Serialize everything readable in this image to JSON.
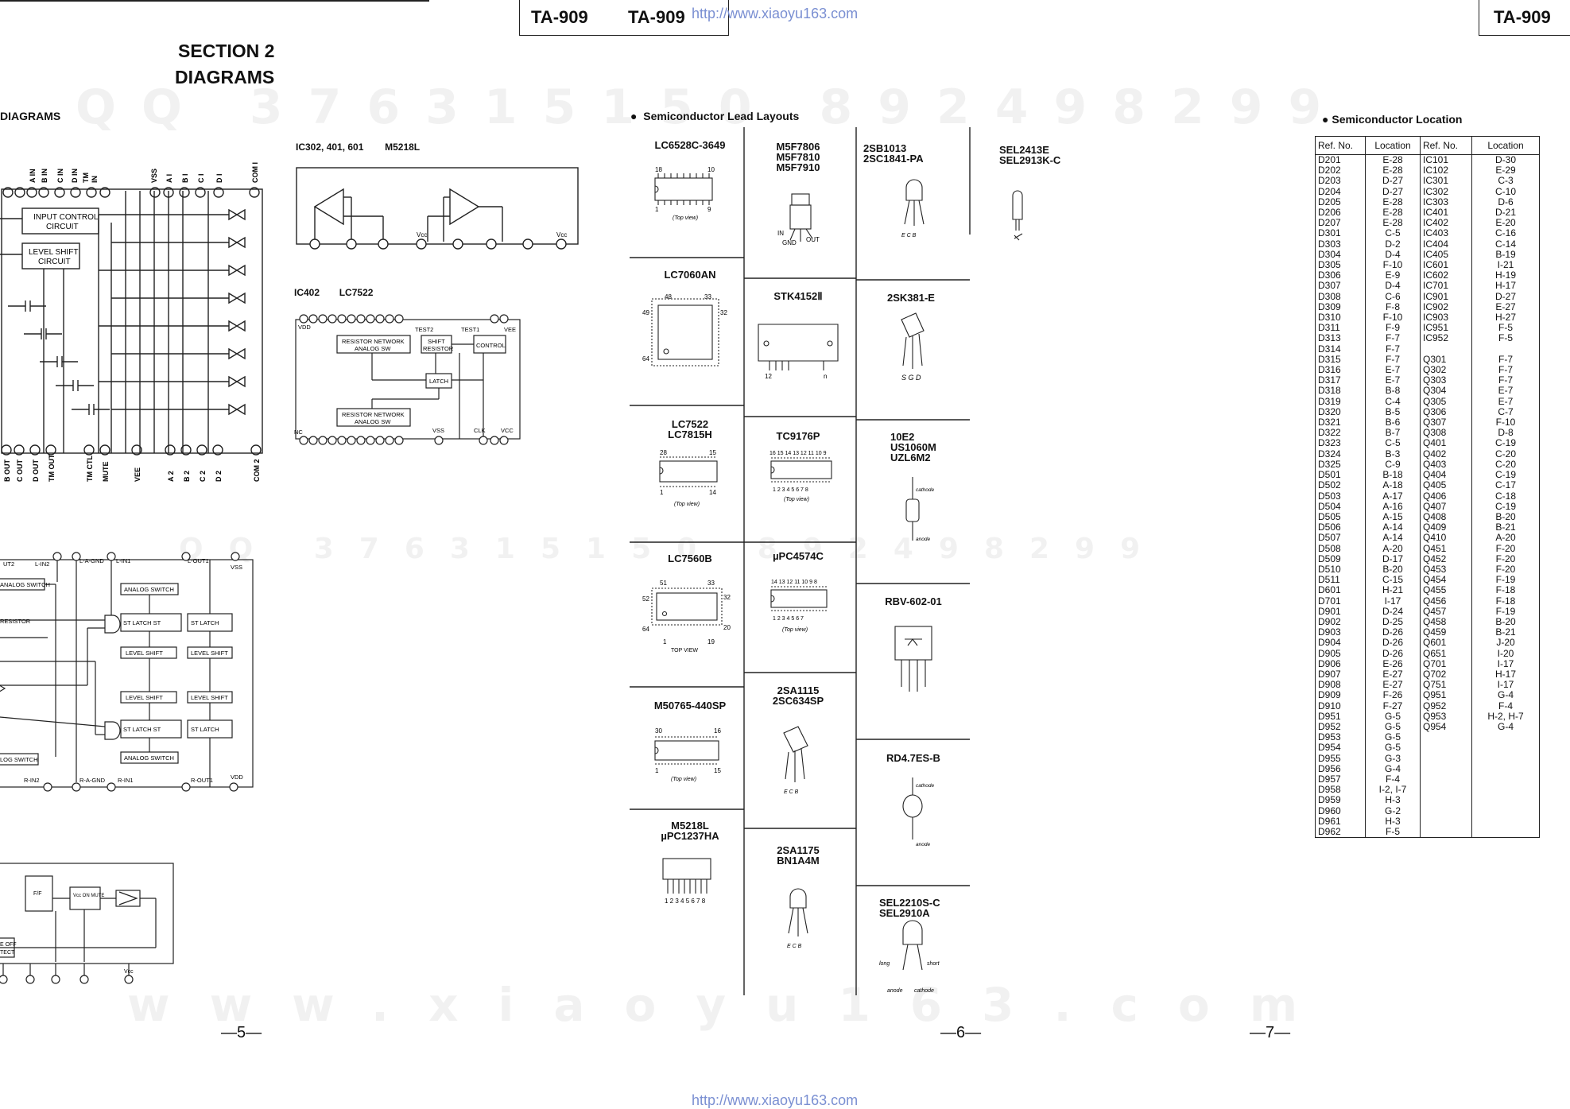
{
  "header": {
    "model_left": "TA-909",
    "model_center": "TA-909",
    "model_right": "TA-909",
    "url_top": "http://www.xiaoyu163.com",
    "url_bottom": "http://www.xiaoyu163.com"
  },
  "section": {
    "line1": "SECTION 2",
    "line2": "DIAGRAMS",
    "sub": "DIAGRAMS"
  },
  "watermarks": {
    "row1": "QQ 376315150   892498299",
    "row2": "QQ 376315150 892498299",
    "row3": "www.xiaoyu163.com"
  },
  "left_page": {
    "block_labels": [
      "INPUT CONTROL",
      "CIRCUIT",
      "LEVEL SHIFT",
      "CIRCUIT"
    ],
    "top_pins": [
      "A IN",
      "B IN",
      "C IN",
      "D IN",
      "TM",
      "IN",
      "VSS",
      "A I",
      "B I",
      "C I",
      "D I",
      "COM I"
    ],
    "bottom_pins": [
      "B OUT",
      "C OUT",
      "D OUT",
      "TM OUT",
      "TM CTL",
      "MUTE",
      "VEE",
      "A 2",
      "B 2",
      "C 2",
      "D 2",
      "COM 2"
    ],
    "ic302": {
      "title": "IC302, 401, 601",
      "part": "M5218L",
      "vcc1": "Vcc",
      "vcc2": "Vcc"
    },
    "ic402": {
      "title": "IC402",
      "part": "LC7522",
      "rn_top": [
        "RESISTOR NETWORK",
        "ANALOG SW"
      ],
      "shift": [
        "SHIFT",
        "RESISTOR"
      ],
      "control": "CONTROL",
      "latch": "LATCH",
      "rn_bot": [
        "RESISTOR NETWORK",
        "ANALOG SW"
      ],
      "vdd": "VDD",
      "test2": "TEST2",
      "test1": "TEST1",
      "vee": "VEE",
      "nc": "NC",
      "vss": "VSS",
      "clk": "CLK",
      "vcc": "VCC"
    },
    "mid_diagram": {
      "l_in2": "L-IN2",
      "l_agnd": "L-A-GND",
      "l_in1": "L-IN1",
      "l_out1": "L-OUT1",
      "vss": "VSS",
      "analog_switch": "ANALOG SWITCH",
      "st_latch": "ST  LATCH  ST",
      "st_latch2": "ST  LATCH",
      "level_shift": "LEVEL SHIFT",
      "resistor": "RESISTOR",
      "r_in2": "R-IN2",
      "r_agnd": "R-A-GND",
      "r_in1": "R-IN1",
      "r_out1": "R-OUT1",
      "vdd": "VDD",
      "ut2": "UT2",
      "log_switch": "LOG SWITCH"
    },
    "bot_diagram": {
      "ff": "F/F",
      "vcc_on_mute": "Vcc ON MUTE",
      "off": "E OFF",
      "tect": "TECT",
      "vcc": "Vcc"
    },
    "page_no": "—5—"
  },
  "center_page": {
    "heading": "Semiconductor Lead Layouts",
    "col1": [
      "LC6528C-3649",
      "LC7060AN",
      "LC7522",
      "LC7815H",
      "LC7560B",
      "M50765-440SP",
      "M5218L",
      "µPC1237HA"
    ],
    "col2": [
      "M5F7806",
      "M5F7810",
      "M5F7910",
      "STK4152Ⅱ",
      "TC9176P",
      "µPC4574C",
      "2SA1115",
      "2SC634SP",
      "2SA1175",
      "BN1A4M"
    ],
    "col3": [
      "2SB1013",
      "2SC1841-PA",
      "2SK381-E",
      "10E2",
      "US1060M",
      "UZL6M2",
      "RBV-602-01",
      "RD4.7ES-B",
      "SEL2210S-C",
      "SEL2910A"
    ],
    "col4": [
      "SEL2413E",
      "SEL2913K-C"
    ],
    "misc": {
      "top_view": "(Top view)",
      "top_view_caps": "TOP VIEW",
      "in": "IN",
      "gnd": "GND",
      "out": "OUT",
      "ecb": "E C B",
      "sgd": "S G D",
      "cathode": "cathode",
      "anode": "anode",
      "long": "long",
      "short": "short",
      "p48": "48",
      "p33": "33",
      "p32": "32",
      "p49": "49",
      "p64": "64",
      "p18": "18",
      "p10": "10",
      "p1": "1",
      "p9": "9",
      "p28": "28",
      "p15": "15",
      "p14": "14",
      "p51": "51",
      "p52": "52",
      "p20": "20",
      "p19": "19",
      "p30": "30",
      "p16": "16",
      "p12": "12",
      "pn": "n",
      "tc_top": "16 15 14 13 12 11 10 9",
      "tc_bot": "1 2 3 4 5 6 7 8",
      "upc_top": "14 13 12 11 10 9 8",
      "upc_bot": "1 2 3 4 5 6 7",
      "m5218_pins": "1 2 3 4 5 6 7 8"
    },
    "page_no": "—6—"
  },
  "right_page": {
    "heading": "Semiconductor Location",
    "table": {
      "headers": [
        "Ref. No.",
        "Location",
        "Ref. No.",
        "Location"
      ],
      "rows": [
        [
          "D201",
          "E-28",
          "IC101",
          "D-30"
        ],
        [
          "D202",
          "E-28",
          "IC102",
          "E-29"
        ],
        [
          "D203",
          "D-27",
          "IC301",
          "C-3"
        ],
        [
          "D204",
          "D-27",
          "IC302",
          "C-10"
        ],
        [
          "D205",
          "E-28",
          "IC303",
          "D-6"
        ],
        [
          "D206",
          "E-28",
          "IC401",
          "D-21"
        ],
        [
          "D207",
          "E-28",
          "IC402",
          "E-20"
        ],
        [
          "D301",
          "C-5",
          "IC403",
          "C-16"
        ],
        [
          "D303",
          "D-2",
          "IC404",
          "C-14"
        ],
        [
          "D304",
          "D-4",
          "IC405",
          "B-19"
        ],
        [
          "D305",
          "F-10",
          "IC601",
          "I-21"
        ],
        [
          "D306",
          "E-9",
          "IC602",
          "H-19"
        ],
        [
          "D307",
          "D-4",
          "IC701",
          "H-17"
        ],
        [
          "D308",
          "C-6",
          "IC901",
          "D-27"
        ],
        [
          "D309",
          "F-8",
          "IC902",
          "E-27"
        ],
        [
          "D310",
          "F-10",
          "IC903",
          "H-27"
        ],
        [
          "D311",
          "F-9",
          "IC951",
          "F-5"
        ],
        [
          "D313",
          "F-7",
          "IC952",
          "F-5"
        ],
        [
          "D314",
          "F-7",
          "",
          ""
        ],
        [
          "D315",
          "F-7",
          "Q301",
          "F-7"
        ],
        [
          "D316",
          "E-7",
          "Q302",
          "F-7"
        ],
        [
          "D317",
          "E-7",
          "Q303",
          "F-7"
        ],
        [
          "D318",
          "B-8",
          "Q304",
          "E-7"
        ],
        [
          "D319",
          "C-4",
          "Q305",
          "E-7"
        ],
        [
          "D320",
          "B-5",
          "Q306",
          "C-7"
        ],
        [
          "D321",
          "B-6",
          "Q307",
          "F-10"
        ],
        [
          "D322",
          "B-7",
          "Q308",
          "D-8"
        ],
        [
          "D323",
          "C-5",
          "Q401",
          "C-19"
        ],
        [
          "D324",
          "B-3",
          "Q402",
          "C-20"
        ],
        [
          "D325",
          "C-9",
          "Q403",
          "C-20"
        ],
        [
          "D501",
          "B-18",
          "Q404",
          "C-19"
        ],
        [
          "D502",
          "A-18",
          "Q405",
          "C-17"
        ],
        [
          "D503",
          "A-17",
          "Q406",
          "C-18"
        ],
        [
          "D504",
          "A-16",
          "Q407",
          "C-19"
        ],
        [
          "D505",
          "A-15",
          "Q408",
          "B-20"
        ],
        [
          "D506",
          "A-14",
          "Q409",
          "B-21"
        ],
        [
          "D507",
          "A-14",
          "Q410",
          "A-20"
        ],
        [
          "D508",
          "A-20",
          "Q451",
          "F-20"
        ],
        [
          "D509",
          "D-17",
          "Q452",
          "F-20"
        ],
        [
          "D510",
          "B-20",
          "Q453",
          "F-20"
        ],
        [
          "D511",
          "C-15",
          "Q454",
          "F-19"
        ],
        [
          "D601",
          "H-21",
          "Q455",
          "F-18"
        ],
        [
          "D701",
          "I-17",
          "Q456",
          "F-18"
        ],
        [
          "D901",
          "D-24",
          "Q457",
          "F-19"
        ],
        [
          "D902",
          "D-25",
          "Q458",
          "B-20"
        ],
        [
          "D903",
          "D-26",
          "Q459",
          "B-21"
        ],
        [
          "D904",
          "D-26",
          "Q601",
          "J-20"
        ],
        [
          "D905",
          "D-26",
          "Q651",
          "I-20"
        ],
        [
          "D906",
          "E-26",
          "Q701",
          "I-17"
        ],
        [
          "D907",
          "E-27",
          "Q702",
          "H-17"
        ],
        [
          "D908",
          "E-27",
          "Q751",
          "I-17"
        ],
        [
          "D909",
          "F-26",
          "Q951",
          "G-4"
        ],
        [
          "D910",
          "F-27",
          "Q952",
          "F-4"
        ],
        [
          "D951",
          "G-5",
          "Q953",
          "H-2, H-7"
        ],
        [
          "D952",
          "G-5",
          "Q954",
          "G-4"
        ],
        [
          "D953",
          "G-5",
          "",
          ""
        ],
        [
          "D954",
          "G-5",
          "",
          ""
        ],
        [
          "D955",
          "G-3",
          "",
          ""
        ],
        [
          "D956",
          "G-4",
          "",
          ""
        ],
        [
          "D957",
          "F-4",
          "",
          ""
        ],
        [
          "D958",
          "I-2, I-7",
          "",
          ""
        ],
        [
          "D959",
          "H-3",
          "",
          ""
        ],
        [
          "D960",
          "G-2",
          "",
          ""
        ],
        [
          "D961",
          "H-3",
          "",
          ""
        ],
        [
          "D962",
          "F-5",
          "",
          ""
        ]
      ]
    },
    "page_no": "—7—"
  }
}
